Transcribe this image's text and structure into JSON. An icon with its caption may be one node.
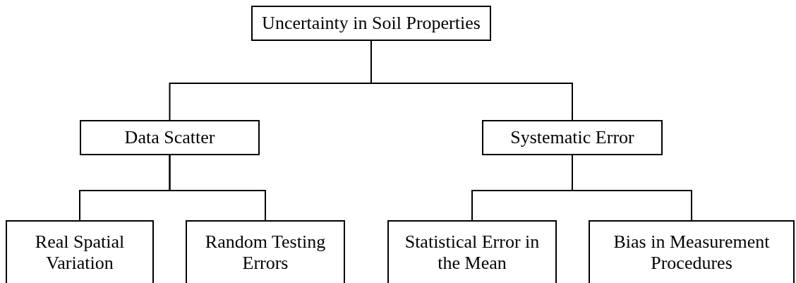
{
  "diagram": {
    "nodes": [
      {
        "text": [
          "Uncertainty in Soil Properties"
        ]
      },
      {
        "text": [
          "Data Scatter"
        ]
      },
      {
        "text": [
          "Systematic Error"
        ]
      },
      {
        "text": [
          "Real Spatial Variation"
        ]
      },
      {
        "text": [
          "Random Testing Errors"
        ]
      },
      {
        "text": [
          "Statistical Error in the Mean"
        ]
      },
      {
        "text": [
          "Bias in Measurement Procedures"
        ]
      }
    ],
    "edges": [
      {
        "from": 0,
        "to": 1,
        "arrow": "none"
      },
      {
        "from": 0,
        "to": 2,
        "arrow": "none"
      },
      {
        "from": 1,
        "to": 3,
        "arrow": "none"
      },
      {
        "from": 1,
        "to": 4,
        "arrow": "none"
      },
      {
        "from": 2,
        "to": 5,
        "arrow": "none"
      },
      {
        "from": 2,
        "to": 6,
        "arrow": "none"
      }
    ]
  }
}
